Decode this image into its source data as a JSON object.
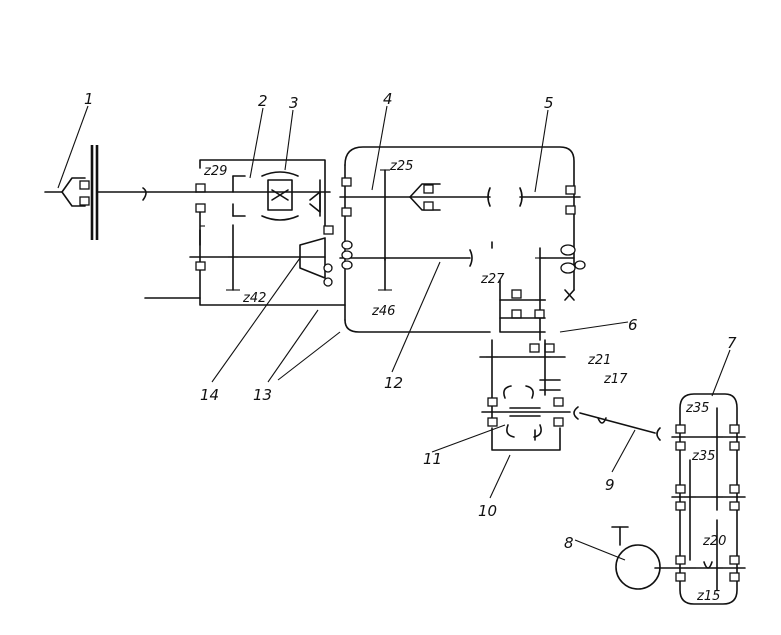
{
  "diagram": {
    "part_numbers": [
      "1",
      "2",
      "3",
      "4",
      "5",
      "6",
      "7",
      "8",
      "9",
      "10",
      "11",
      "12",
      "13",
      "14"
    ],
    "gear_labels": [
      "z29",
      "z25",
      "z42",
      "z46",
      "z27",
      "z21",
      "z17",
      "z35",
      "z35",
      "z20",
      "z15"
    ]
  }
}
